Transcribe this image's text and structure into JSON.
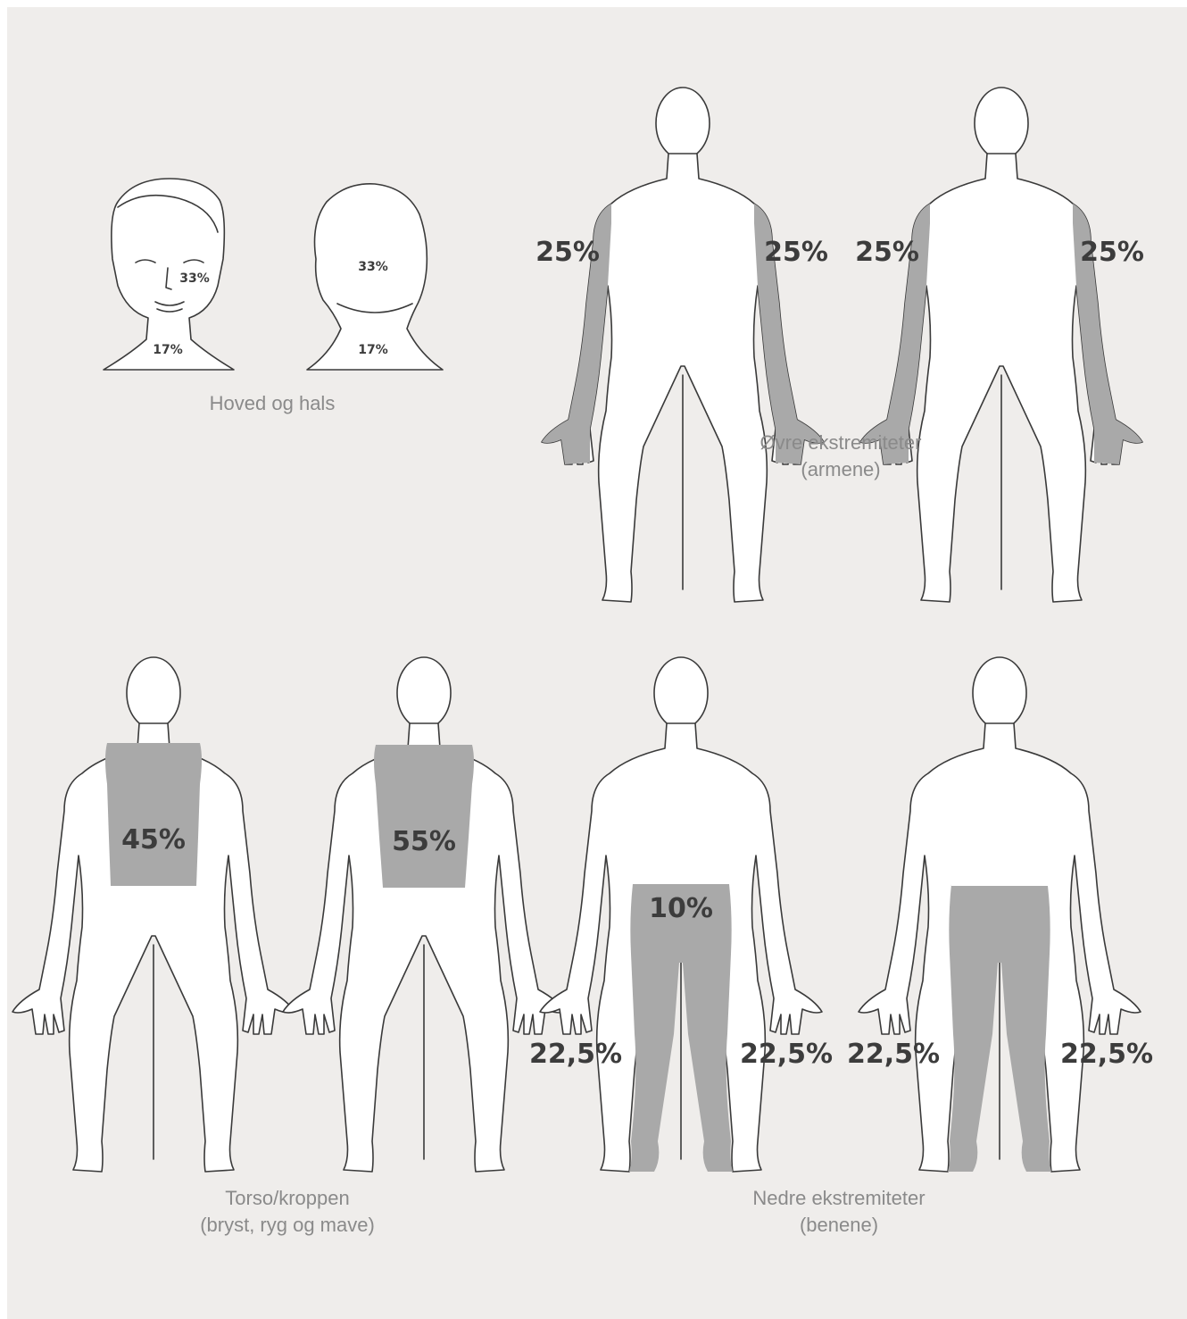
{
  "colors": {
    "background": "#efedeb",
    "shade": "#a9a9a9",
    "outline": "#3a3a3a",
    "text": "#3c3c3c",
    "caption": "#8a8a8a"
  },
  "head_neck": {
    "caption": "Hoved og hals",
    "front_face": "33%",
    "front_neck": "17%",
    "back_head": "33%",
    "back_neck": "17%"
  },
  "upper": {
    "caption_line1": "Øvre ekstremiteter",
    "caption_line2": "(armene)",
    "front_left_arm": "25%",
    "front_right_arm": "25%",
    "back_left_arm": "25%",
    "back_right_arm": "25%"
  },
  "torso": {
    "caption_line1": "Torso/kroppen",
    "caption_line2": "(bryst, ryg og mave)",
    "back": "45%",
    "front": "55%"
  },
  "lower": {
    "caption_line1": "Nedre ekstremiteter",
    "caption_line2": "(benene)",
    "buttocks": "10%",
    "back_left_leg": "22,5%",
    "back_right_leg": "22,5%",
    "front_left_leg": "22,5%",
    "front_right_leg": "22,5%"
  }
}
